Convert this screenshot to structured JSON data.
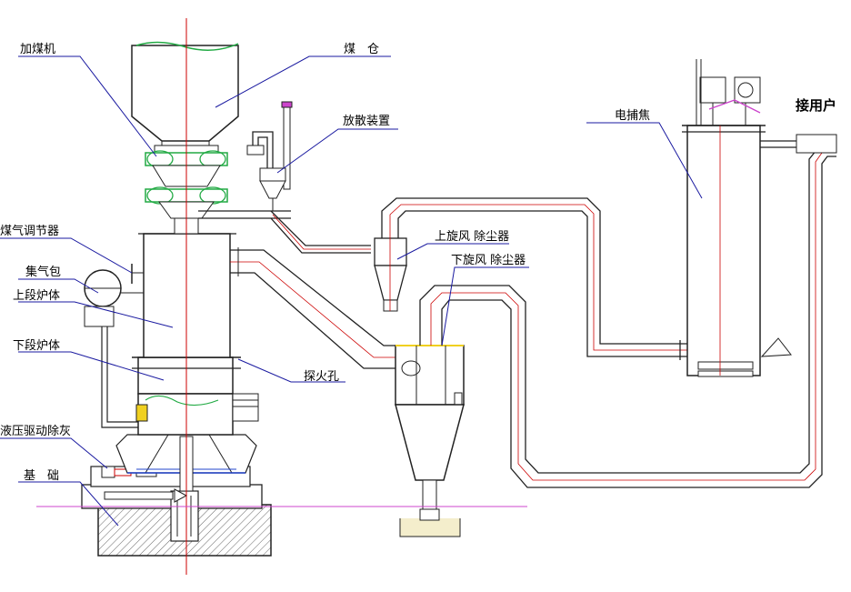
{
  "labels": {
    "coal_feeder": "加煤机",
    "coal_bunker": "煤　仓",
    "vent_device": "放散装置",
    "gas_regulator": "煤气调节器",
    "gas_drum": "集气包",
    "upper_furnace": "上段炉体",
    "lower_furnace": "下段炉体",
    "hydraulic_ash": "液压驱动除灰",
    "foundation": "基　础",
    "poke_hole": "探火孔",
    "upper_cyclone": "上旋风 除尘器",
    "lower_cyclone": "下旋风 除尘器",
    "electrostatic": "电捕焦",
    "to_user": "接用户"
  },
  "colors": {
    "line": "#1a1a1a",
    "center_line": "#cc0000",
    "leader": "#1a1aa0",
    "green": "#22aa44",
    "magenta": "#cc44cc",
    "blue_wire": "#2244cc",
    "yellow": "#f0d020"
  }
}
